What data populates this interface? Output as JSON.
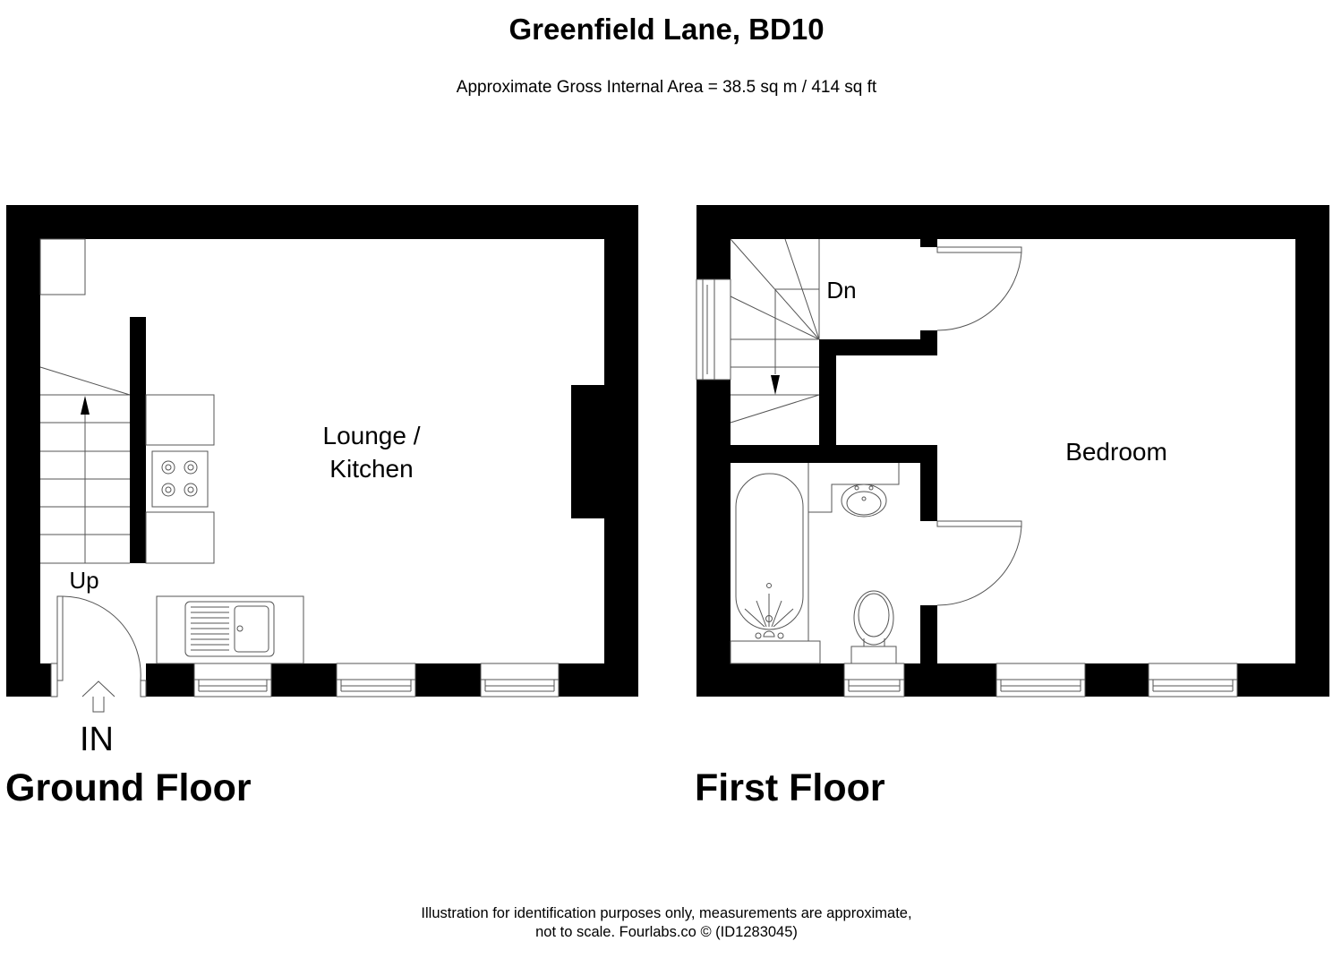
{
  "header": {
    "title": "Greenfield Lane, BD10",
    "area": "Approximate Gross Internal Area = 38.5 sq m / 414 sq ft"
  },
  "floors": [
    {
      "name": "Ground Floor",
      "rooms": [
        {
          "label_line1": "Lounge /",
          "label_line2": "Kitchen"
        }
      ],
      "annotations": {
        "stairs": "Up",
        "entrance": "IN"
      }
    },
    {
      "name": "First Floor",
      "rooms": [
        {
          "label": "Bedroom"
        }
      ],
      "annotations": {
        "stairs": "Dn"
      }
    }
  ],
  "footer": {
    "line1": "Illustration for identification purposes only, measurements are approximate,",
    "line2": "not to scale. Fourlabs.co © (ID1283045)"
  },
  "colors": {
    "wall": "#000000",
    "line": "#555555",
    "background": "#ffffff"
  }
}
